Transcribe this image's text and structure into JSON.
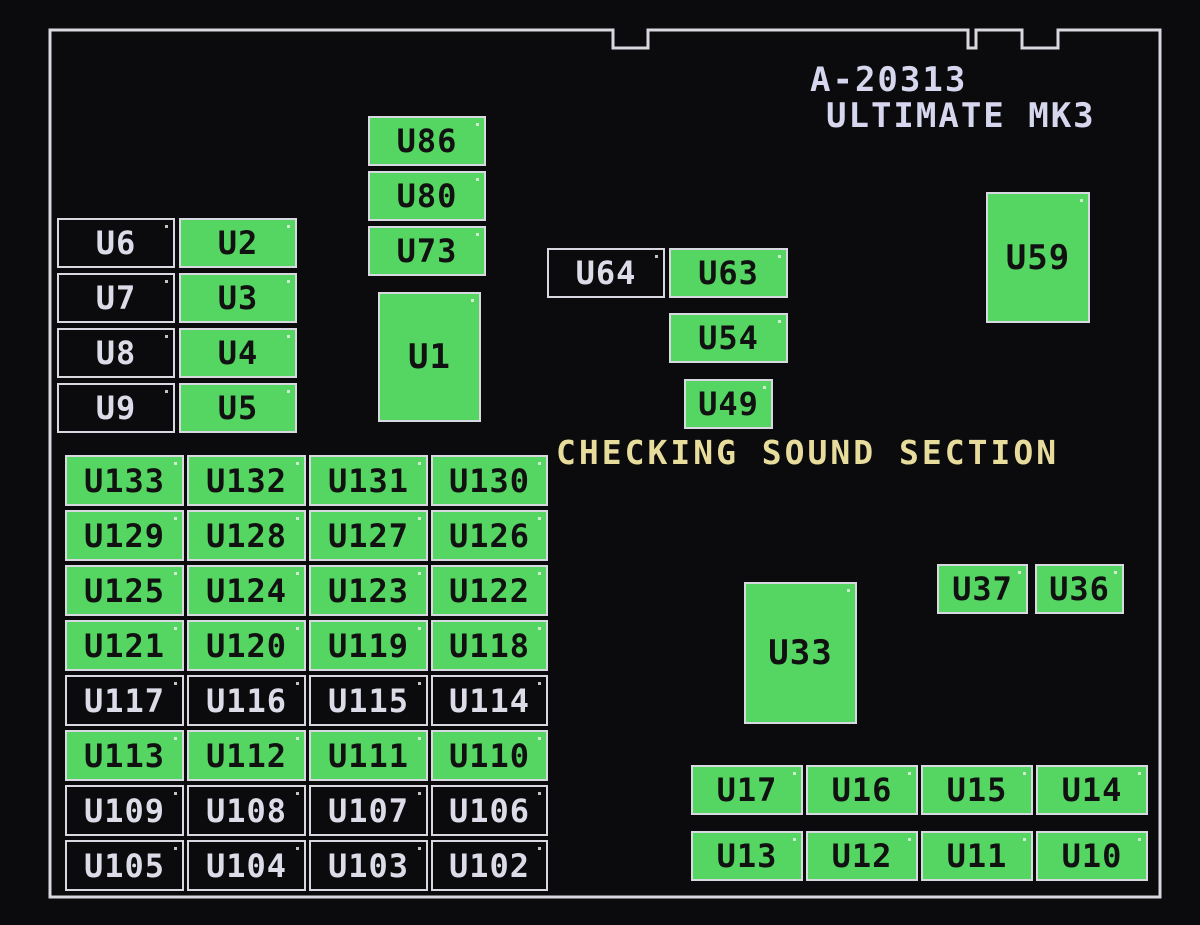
{
  "header": {
    "board_id": "A-20313",
    "game_title": "ULTIMATE MK3"
  },
  "status": {
    "message": "CHECKING SOUND SECTION"
  },
  "colors": {
    "pass_chip": "#55d662",
    "unchecked_chip": "#0b0b0d",
    "outline": "#d8d8e0",
    "status_text": "#e8dc9c",
    "title_text": "#d6d6ee"
  },
  "chips": {
    "u86": {
      "label": "U86",
      "state": "pass"
    },
    "u80": {
      "label": "U80",
      "state": "pass"
    },
    "u73": {
      "label": "U73",
      "state": "pass"
    },
    "u1": {
      "label": "U1",
      "state": "pass"
    },
    "u6": {
      "label": "U6",
      "state": "unchecked"
    },
    "u7": {
      "label": "U7",
      "state": "unchecked"
    },
    "u8": {
      "label": "U8",
      "state": "unchecked"
    },
    "u9": {
      "label": "U9",
      "state": "unchecked"
    },
    "u2": {
      "label": "U2",
      "state": "pass"
    },
    "u3": {
      "label": "U3",
      "state": "pass"
    },
    "u4": {
      "label": "U4",
      "state": "pass"
    },
    "u5": {
      "label": "U5",
      "state": "pass"
    },
    "u64": {
      "label": "U64",
      "state": "unchecked"
    },
    "u63": {
      "label": "U63",
      "state": "pass"
    },
    "u54": {
      "label": "U54",
      "state": "pass"
    },
    "u49": {
      "label": "U49",
      "state": "pass"
    },
    "u59": {
      "label": "U59",
      "state": "pass"
    },
    "u37": {
      "label": "U37",
      "state": "pass"
    },
    "u36": {
      "label": "U36",
      "state": "pass"
    },
    "u33": {
      "label": "U33",
      "state": "pass"
    },
    "u17": {
      "label": "U17",
      "state": "pass"
    },
    "u16": {
      "label": "U16",
      "state": "pass"
    },
    "u15": {
      "label": "U15",
      "state": "pass"
    },
    "u14": {
      "label": "U14",
      "state": "pass"
    },
    "u13": {
      "label": "U13",
      "state": "pass"
    },
    "u12": {
      "label": "U12",
      "state": "pass"
    },
    "u11": {
      "label": "U11",
      "state": "pass"
    },
    "u10": {
      "label": "U10",
      "state": "pass"
    },
    "u133": {
      "label": "U133",
      "state": "pass"
    },
    "u132": {
      "label": "U132",
      "state": "pass"
    },
    "u131": {
      "label": "U131",
      "state": "pass"
    },
    "u130": {
      "label": "U130",
      "state": "pass"
    },
    "u129": {
      "label": "U129",
      "state": "pass"
    },
    "u128": {
      "label": "U128",
      "state": "pass"
    },
    "u127": {
      "label": "U127",
      "state": "pass"
    },
    "u126": {
      "label": "U126",
      "state": "pass"
    },
    "u125": {
      "label": "U125",
      "state": "pass"
    },
    "u124": {
      "label": "U124",
      "state": "pass"
    },
    "u123": {
      "label": "U123",
      "state": "pass"
    },
    "u122": {
      "label": "U122",
      "state": "pass"
    },
    "u121": {
      "label": "U121",
      "state": "pass"
    },
    "u120": {
      "label": "U120",
      "state": "pass"
    },
    "u119": {
      "label": "U119",
      "state": "pass"
    },
    "u118": {
      "label": "U118",
      "state": "pass"
    },
    "u117": {
      "label": "U117",
      "state": "unchecked"
    },
    "u116": {
      "label": "U116",
      "state": "unchecked"
    },
    "u115": {
      "label": "U115",
      "state": "unchecked"
    },
    "u114": {
      "label": "U114",
      "state": "unchecked"
    },
    "u113": {
      "label": "U113",
      "state": "pass"
    },
    "u112": {
      "label": "U112",
      "state": "pass"
    },
    "u111": {
      "label": "U111",
      "state": "pass"
    },
    "u110": {
      "label": "U110",
      "state": "pass"
    },
    "u109": {
      "label": "U109",
      "state": "unchecked"
    },
    "u108": {
      "label": "U108",
      "state": "unchecked"
    },
    "u107": {
      "label": "U107",
      "state": "unchecked"
    },
    "u106": {
      "label": "U106",
      "state": "unchecked"
    },
    "u105": {
      "label": "U105",
      "state": "unchecked"
    },
    "u104": {
      "label": "U104",
      "state": "unchecked"
    },
    "u103": {
      "label": "U103",
      "state": "unchecked"
    },
    "u102": {
      "label": "U102",
      "state": "unchecked"
    }
  }
}
